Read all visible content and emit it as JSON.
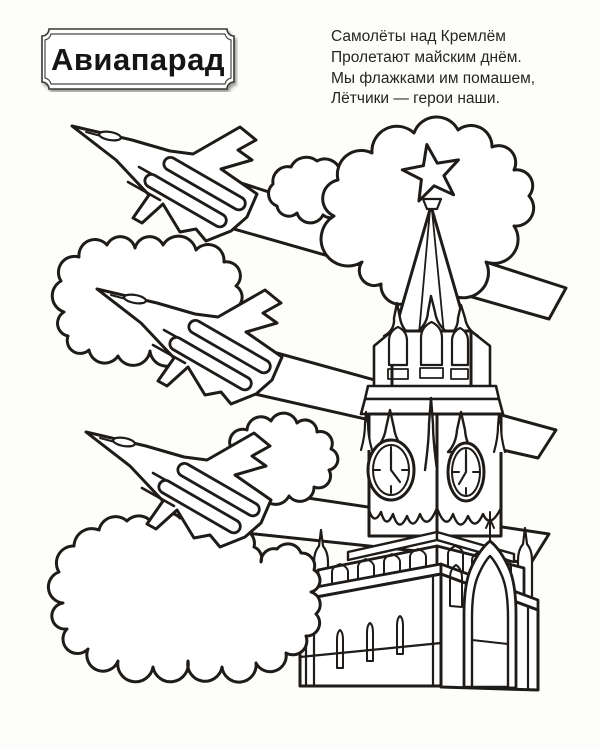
{
  "page": {
    "type": "coloring-book-page",
    "background": "#fdfdfb",
    "ink": "#1e1b18",
    "shadow": "#9a9a96"
  },
  "plaque": {
    "title": "Авиапарад"
  },
  "poem": {
    "lines": [
      "Самолёты над Кремлём",
      "Пролетают майским днём.",
      "Мы флажками им помашем,",
      "Лётчики — герои наши."
    ]
  },
  "scene": {
    "elements": [
      "fighter-jet",
      "contrail",
      "cloud",
      "spasskaya-tower",
      "kremlin-star",
      "tower-clock",
      "gate"
    ]
  }
}
